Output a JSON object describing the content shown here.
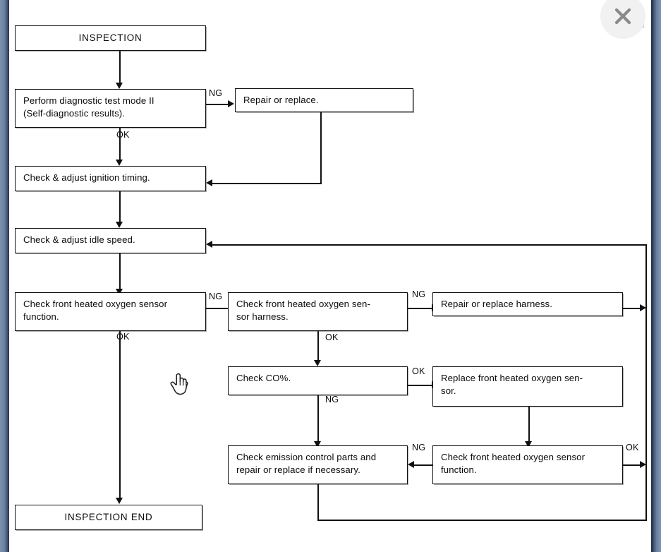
{
  "viewer": {
    "close_label": "×",
    "close_icon": "close-x-icon",
    "cursor_icon": "pointing-hand-cursor",
    "background_color": "#ffffff",
    "frame_color": "#6d82a3"
  },
  "diagram": {
    "type": "flowchart",
    "title": "Front heated oxygen sensor inspection flowchart",
    "line_color": "#101010",
    "box_fill": "#ffffff",
    "nodes": [
      {
        "id": "inspection",
        "label": "INSPECTION"
      },
      {
        "id": "diag-mode-2",
        "label": "Perform diagnostic test mode II\n(Self-diagnostic results)."
      },
      {
        "id": "repair-replace",
        "label": "Repair or replace."
      },
      {
        "id": "ignition-timing",
        "label": "Check & adjust ignition timing."
      },
      {
        "id": "idle-speed",
        "label": "Check & adjust idle speed."
      },
      {
        "id": "o2-function-1",
        "label": "Check front heated oxygen sensor\nfunction."
      },
      {
        "id": "o2-harness",
        "label": "Check front heated oxygen sen-\nsor harness."
      },
      {
        "id": "repair-harness",
        "label": "Repair or replace harness."
      },
      {
        "id": "check-co",
        "label": "Check CO%."
      },
      {
        "id": "replace-o2",
        "label": "Replace front heated oxygen sen-\nsor."
      },
      {
        "id": "emission-parts",
        "label": "Check emission control parts and\nrepair or replace if necessary."
      },
      {
        "id": "o2-function-2",
        "label": "Check front heated oxygen sensor\nfunction."
      },
      {
        "id": "inspection-end",
        "label": "INSPECTION END"
      }
    ],
    "node_text": {
      "inspection": "INSPECTION",
      "diag_mode_2_l1": "Perform diagnostic test mode II",
      "diag_mode_2_l2": "(Self-diagnostic results).",
      "repair_replace": "Repair or replace.",
      "ignition_timing": "Check & adjust ignition timing.",
      "idle_speed": "Check & adjust idle speed.",
      "o2_function_1_l1": "Check front heated oxygen sensor",
      "o2_function_1_l2": "function.",
      "o2_harness_l1": "Check front heated oxygen sen-",
      "o2_harness_l2": "sor harness.",
      "repair_harness": "Repair or replace harness.",
      "check_co": "Check CO%.",
      "replace_o2_l1": "Replace front heated oxygen sen-",
      "replace_o2_l2": "sor.",
      "emission_parts_l1": "Check emission control parts and",
      "emission_parts_l2": "repair or replace if necessary.",
      "o2_function_2_l1": "Check front heated oxygen sensor",
      "o2_function_2_l2": "function.",
      "inspection_end": "INSPECTION END"
    },
    "edge_labels": {
      "diag_ng": "NG",
      "diag_ok": "OK",
      "o2fn1_ng": "NG",
      "o2fn1_ok": "OK",
      "harness_ng": "NG",
      "harness_ok": "OK",
      "co_ok": "OK",
      "co_ng": "NG",
      "o2fn2_ng": "NG",
      "o2fn2_ok": "OK"
    },
    "edges": [
      {
        "from": "inspection",
        "to": "diag-mode-2",
        "label": ""
      },
      {
        "from": "diag-mode-2",
        "to": "repair-replace",
        "label": "NG"
      },
      {
        "from": "diag-mode-2",
        "to": "ignition-timing",
        "label": "OK"
      },
      {
        "from": "repair-replace",
        "to": "ignition-timing",
        "label": ""
      },
      {
        "from": "ignition-timing",
        "to": "idle-speed",
        "label": ""
      },
      {
        "from": "idle-speed",
        "to": "o2-function-1",
        "label": ""
      },
      {
        "from": "o2-function-1",
        "to": "o2-harness",
        "label": "NG"
      },
      {
        "from": "o2-function-1",
        "to": "inspection-end",
        "label": "OK"
      },
      {
        "from": "o2-harness",
        "to": "repair-harness",
        "label": "NG"
      },
      {
        "from": "o2-harness",
        "to": "check-co",
        "label": "OK"
      },
      {
        "from": "repair-harness",
        "to": "idle-speed",
        "label": ""
      },
      {
        "from": "check-co",
        "to": "replace-o2",
        "label": "OK"
      },
      {
        "from": "check-co",
        "to": "emission-parts",
        "label": "NG"
      },
      {
        "from": "replace-o2",
        "to": "o2-function-2",
        "label": ""
      },
      {
        "from": "o2-function-2",
        "to": "emission-parts",
        "label": "NG"
      },
      {
        "from": "o2-function-2",
        "to": "idle-speed",
        "label": "OK"
      },
      {
        "from": "emission-parts",
        "to": "idle-speed",
        "label": ""
      }
    ]
  }
}
